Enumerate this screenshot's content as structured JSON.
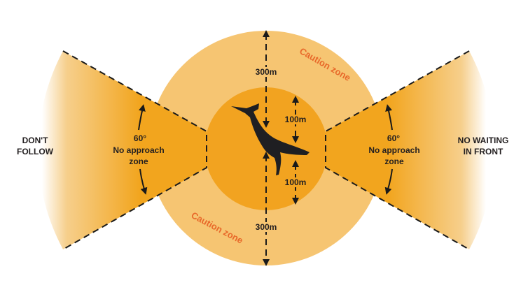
{
  "labels": {
    "left_side": [
      "DON'T",
      "FOLLOW"
    ],
    "right_side": [
      "NO WAITING",
      "IN FRONT"
    ],
    "left_zone": [
      "60°",
      "No approach",
      "zone"
    ],
    "right_zone": [
      "60°",
      "No approach",
      "zone"
    ],
    "caution_top": "Caution zone",
    "caution_bottom": "Caution zone",
    "dist_300_top": "300m",
    "dist_300_bottom": "300m",
    "dist_100_top": "100m",
    "dist_100_bottom": "100m"
  },
  "colors": {
    "caution": "#f6c572",
    "inner": "#f2a320",
    "wedge": "#f2a51e",
    "caution_text": "#e8692a"
  }
}
